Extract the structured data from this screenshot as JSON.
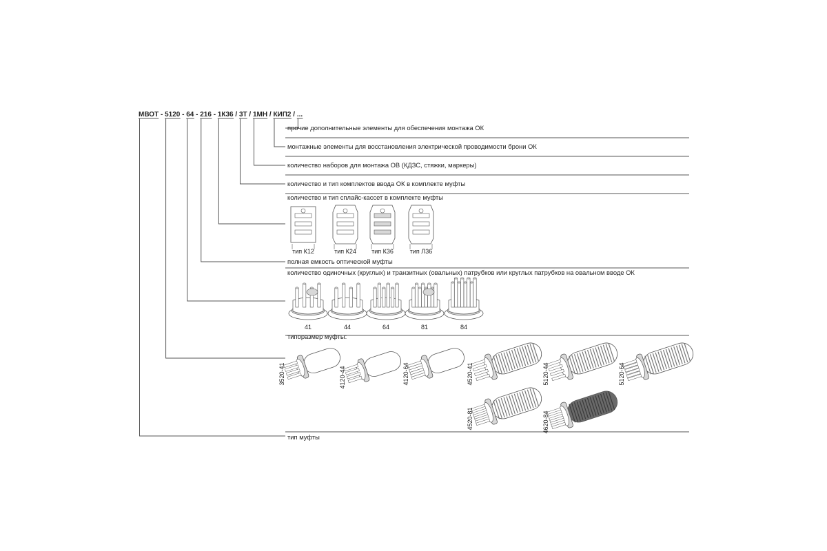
{
  "designation": {
    "parts": [
      {
        "text": "МВОТ",
        "sep": " - "
      },
      {
        "text": "5120",
        "sep": " - "
      },
      {
        "text": "64",
        "sep": " - "
      },
      {
        "text": "216",
        "sep": " - "
      },
      {
        "text": "1К36",
        "sep": " / "
      },
      {
        "text": "3Т",
        "sep": " / "
      },
      {
        "text": "1МН",
        "sep": " / "
      },
      {
        "text": "КИП2",
        "sep": " / "
      },
      {
        "text": "...",
        "sep": ""
      }
    ]
  },
  "rows": [
    {
      "id": "extra",
      "part": 8,
      "text": "прочие дополнительные элементы для обеспечения монтажа ОК"
    },
    {
      "id": "armor",
      "part": 7,
      "text": "монтажные элементы для восстановления электрической проводимости брони ОК"
    },
    {
      "id": "kits",
      "part": 6,
      "text": "количество наборов для монтажа ОВ (КДЗС, стяжки, маркеры)"
    },
    {
      "id": "inputs",
      "part": 5,
      "text": "количество и тип комплектов ввода ОК в комплекте муфты"
    },
    {
      "id": "cassettes",
      "part": 4,
      "text": "количество и тип сплайс-кассет в комплекте муфты"
    },
    {
      "id": "capacity",
      "part": 3,
      "text": "полная емкость оптической муфты"
    },
    {
      "id": "ports",
      "part": 2,
      "text": "количество одиночных (круглых) и транзитных (овальных) патрубков или круглых патрубков на овальном вводе ОК"
    },
    {
      "id": "size",
      "part": 1,
      "text": "типоразмер муфты:"
    },
    {
      "id": "type",
      "part": 0,
      "text": "тип муфты"
    }
  ],
  "cassettes": [
    "тип К12",
    "тип К24",
    "тип К36",
    "тип Л36"
  ],
  "bases": [
    {
      "label": "41",
      "round": 4,
      "oval": 1
    },
    {
      "label": "44",
      "round": 4,
      "oval": 4
    },
    {
      "label": "64",
      "round": 6,
      "oval": 4
    },
    {
      "label": "81",
      "round": 8,
      "oval": 1
    },
    {
      "label": "84",
      "round": 8,
      "oval": 4
    }
  ],
  "sizes": [
    {
      "label": "3520-41",
      "kind": "smooth",
      "pins": 4
    },
    {
      "label": "4120-44",
      "kind": "smooth",
      "pins": 4
    },
    {
      "label": "4120-64",
      "kind": "smooth",
      "pins": 6
    },
    {
      "label": "4520-41",
      "kind": "ribbed",
      "pins": 4
    },
    {
      "label": "5120-44",
      "kind": "ribbed",
      "pins": 4
    },
    {
      "label": "5120-64",
      "kind": "ribbed",
      "pins": 6
    },
    {
      "label": "4520-81",
      "kind": "ribbed",
      "pins": 8
    },
    {
      "label": "4620-84",
      "kind": "dark",
      "pins": 8
    }
  ],
  "colors": {
    "ink": "#222222",
    "line": "#555555",
    "fill": "#ffffff",
    "shade": "#d8d8d8",
    "dark": "#3a3a3a"
  }
}
